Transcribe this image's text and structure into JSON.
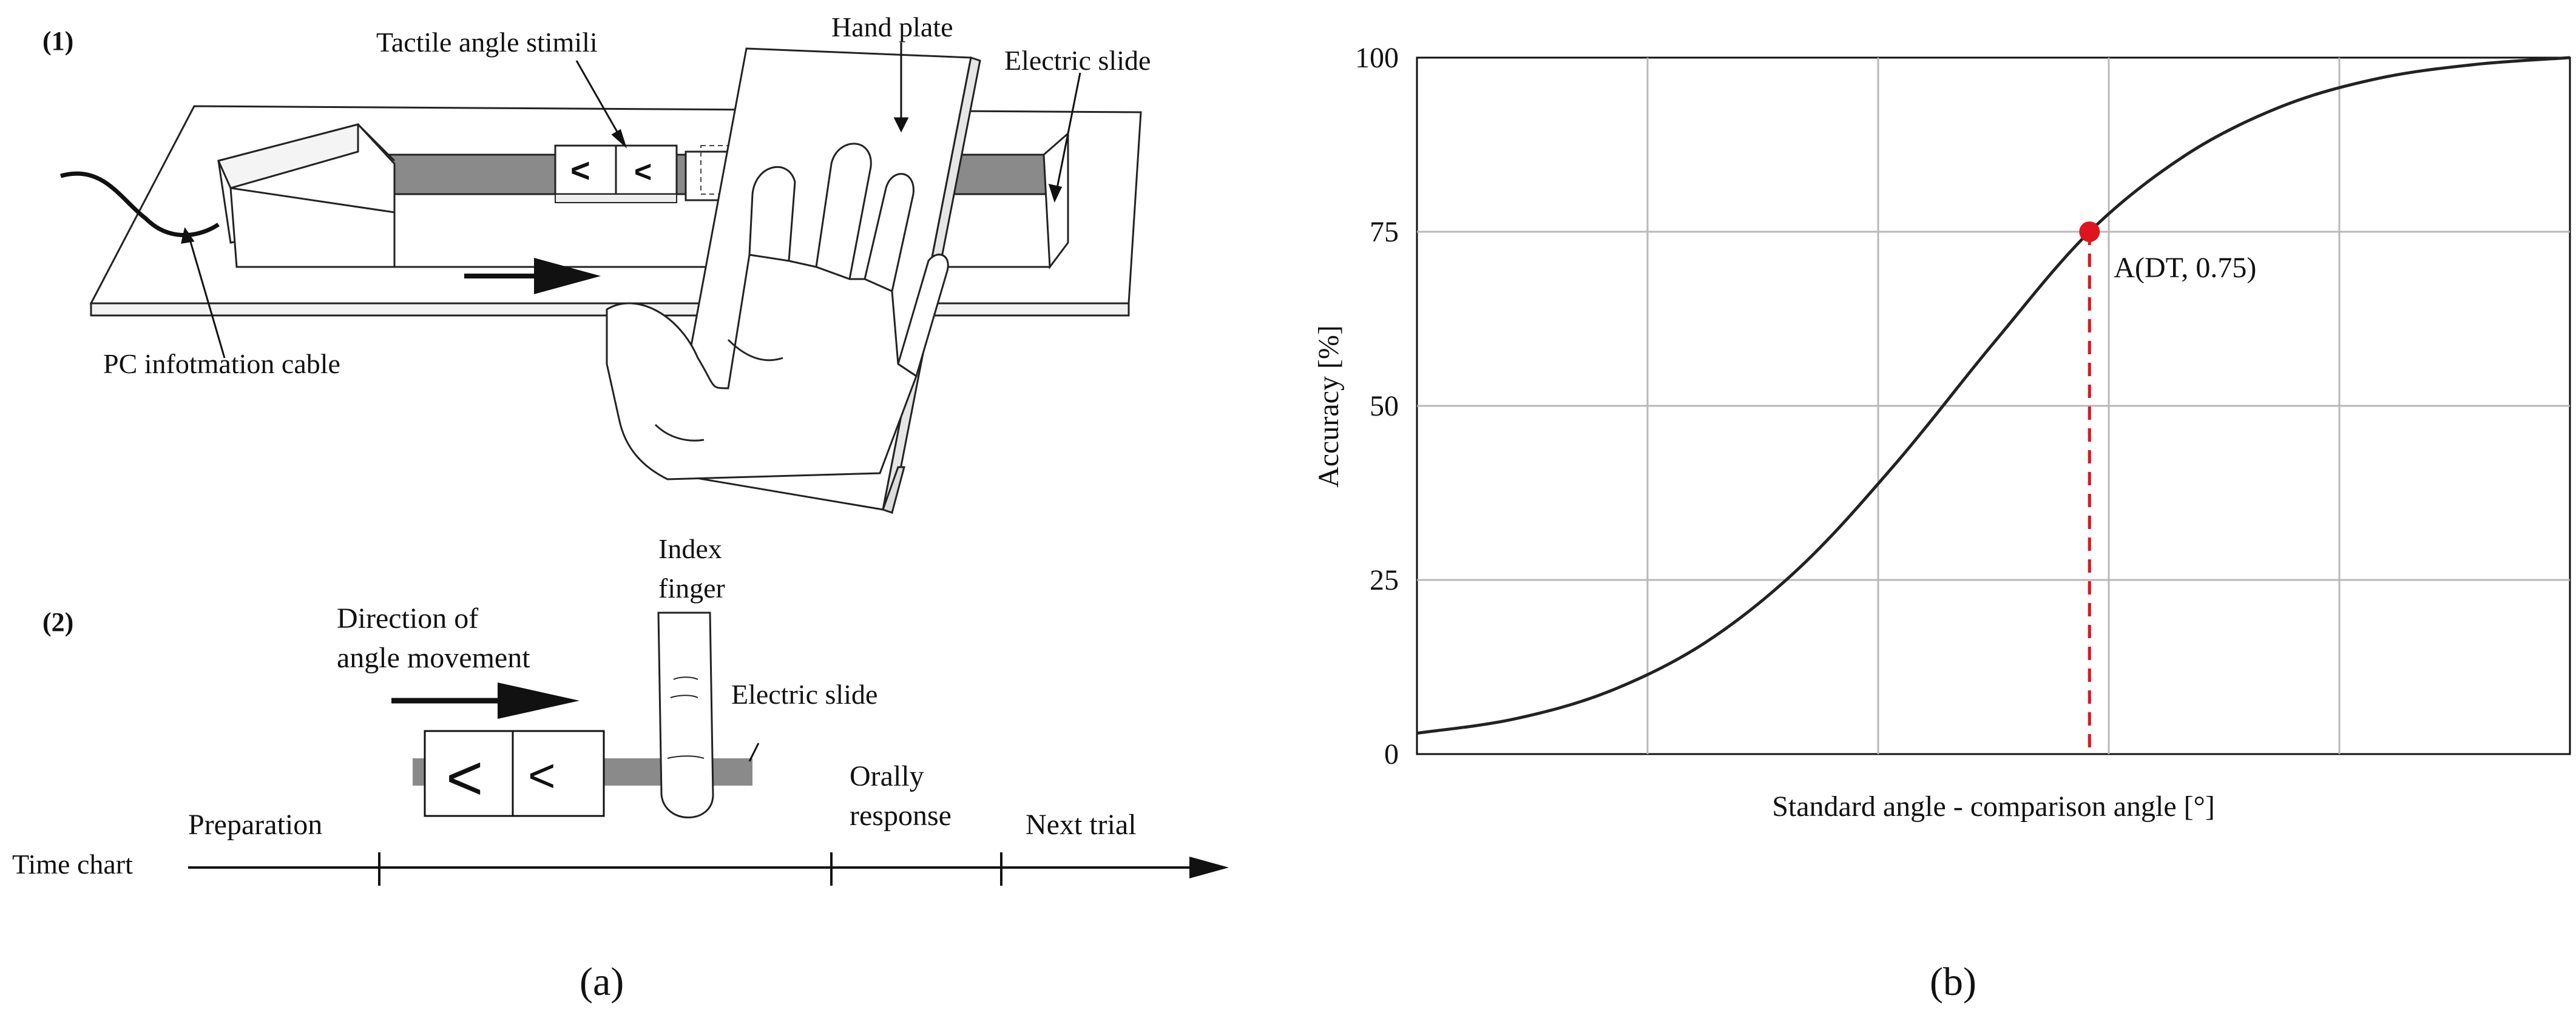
{
  "panel_a": {
    "caption": "(a)",
    "setup": {
      "label": "(1)",
      "tactile_label": "Tactile angle stimili",
      "hand_plate_label": "Hand plate",
      "electric_slide_label": "Electric slide",
      "cable_label": "PC infotmation cable"
    },
    "procedure": {
      "label": "(2)",
      "index_finger_label": [
        "Index",
        "finger"
      ],
      "direction_label": [
        "Direction of",
        "angle movement"
      ],
      "electric_slide_label": "Electric slide",
      "preparation_label": "Preparation",
      "orally_label": [
        "Orally",
        "response"
      ],
      "next_trial_label": "Next trial",
      "time_chart_label": "Time chart",
      "stimulus_symbols": [
        "<",
        "<"
      ]
    }
  },
  "panel_b": {
    "caption": "(b)",
    "chart_data": {
      "type": "line",
      "xlabel": "Standard angle - comparison angle [°]",
      "ylabel": "Accuracy [%]",
      "ylim": [
        0,
        100
      ],
      "yticks": [
        "100",
        "75",
        "50",
        "25",
        "0"
      ],
      "x_ticks_labeled": false,
      "grid": true,
      "curve": "logistic psychometric function",
      "series": [
        {
          "values": [
            3,
            5,
            9,
            16,
            27,
            42,
            59,
            75,
            86,
            93,
            97,
            99,
            100
          ]
        }
      ],
      "threshold_point": {
        "label": "A(DT, 0.75)",
        "y": 75,
        "color": "#e0141e"
      }
    }
  }
}
